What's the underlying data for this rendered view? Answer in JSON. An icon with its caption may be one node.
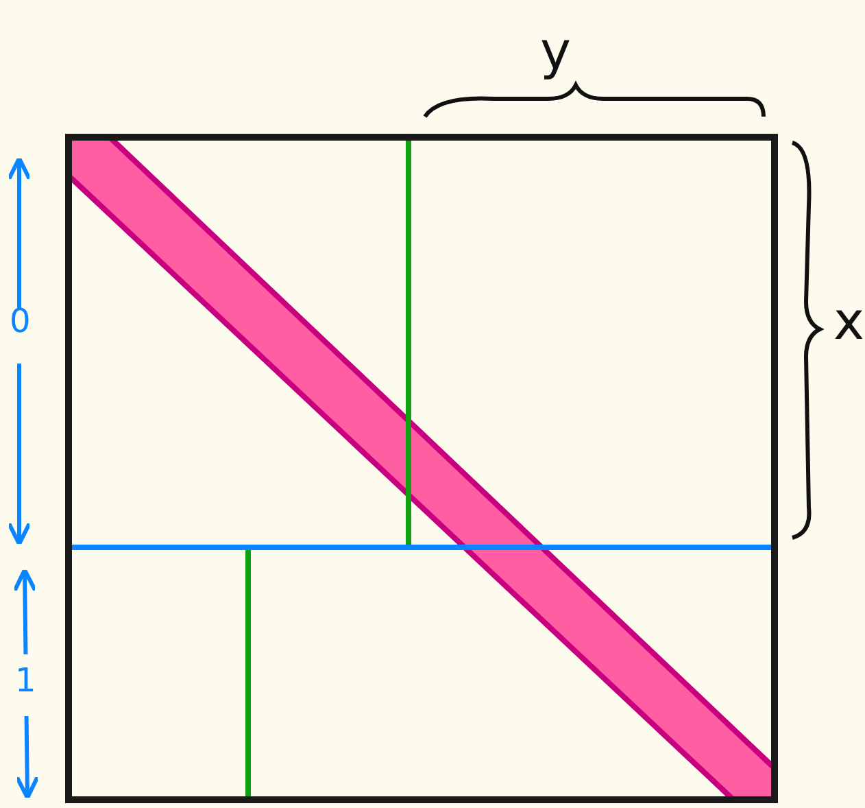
{
  "diagram": {
    "labels": [
      "y",
      "x",
      "0",
      "1"
    ]
  }
}
